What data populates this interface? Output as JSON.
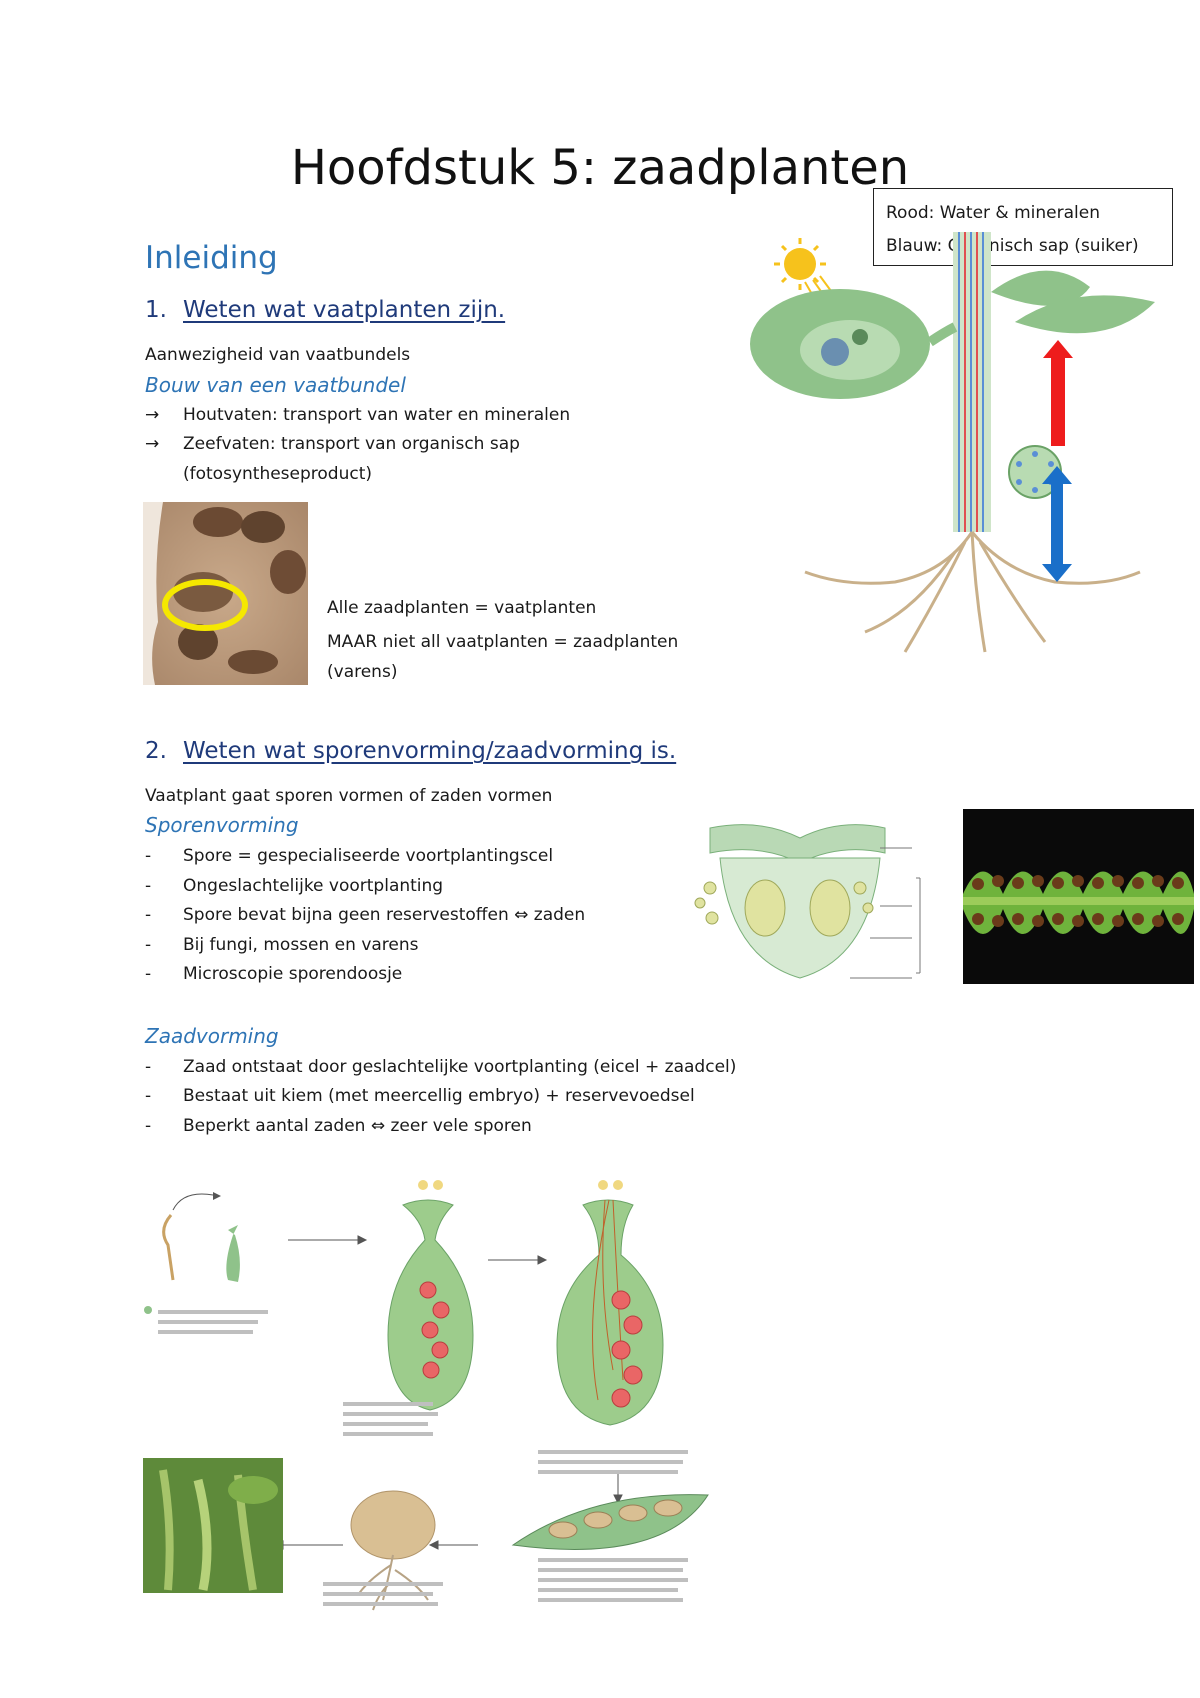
{
  "title": "Hoofdstuk 5: zaadplanten",
  "legend": {
    "red": "Rood: Water & mineralen",
    "blue": "Blauw: Organisch sap (suiker)"
  },
  "inleiding": "Inleiding",
  "section1": {
    "number": "1.",
    "heading": "Weten wat vaatplanten zijn.",
    "intro": "Aanwezigheid van vaatbundels",
    "subheading": "Bouw van een vaatbundel",
    "arrow_marker": "→",
    "bullets": [
      "Houtvaten: transport van water en mineralen",
      "Zeefvaten:  transport van organisch sap",
      "(fotosyntheseproduct)"
    ],
    "note": [
      "Alle zaadplanten = vaatplanten",
      "MAAR niet all vaatplanten = zaadplanten",
      "(varens)"
    ]
  },
  "section2": {
    "number": "2.",
    "heading": "Weten wat sporenvorming/zaadvorming is.",
    "intro": "Vaatplant gaat sporen vormen of zaden vormen",
    "sporen": {
      "subheading": "Sporenvorming",
      "marker": "-",
      "bullets": [
        "Spore = gespecialiseerde voortplantingscel",
        "Ongeslachtelijke voortplanting",
        "Spore bevat bijna geen reservestoffen ⇔ zaden",
        "Bij fungi, mossen en varens",
        "Microscopie sporendoosje"
      ]
    },
    "zaad": {
      "subheading": "Zaadvorming",
      "marker": "-",
      "bullets": [
        "Zaad ontstaat door geslachtelijke voortplanting (eicel + zaadcel)",
        "Bestaat uit kiem (met meercellig embryo) + reservevoedsel",
        "Beperkt aantal zaden ⇔ zeer vele sporen"
      ]
    }
  },
  "colors": {
    "heading_blue": "#2e74b5",
    "link_blue": "#1f3a7a",
    "arrow_red": "#ee1c1c",
    "arrow_blue": "#1a6fc9",
    "plant_green": "#8fc28a"
  }
}
